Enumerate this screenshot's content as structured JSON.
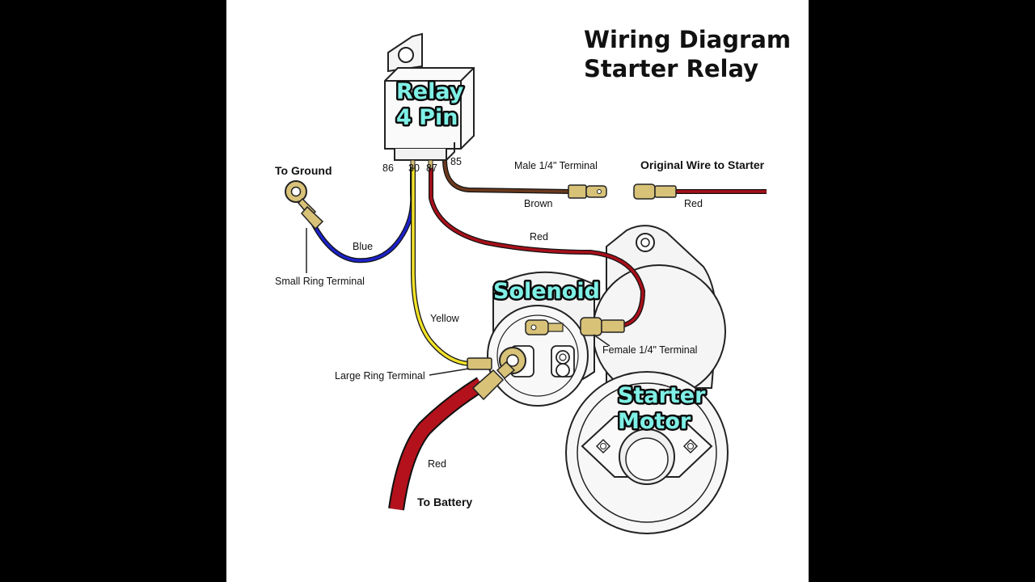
{
  "title": {
    "line1": "Wiring Diagram",
    "line2": "Starter Relay"
  },
  "relay": {
    "label_line1": "Relay",
    "label_line2": "4 Pin",
    "pins": [
      "86",
      "30",
      "87",
      "85"
    ]
  },
  "components": {
    "solenoid": "Solenoid",
    "starter_line1": "Starter",
    "starter_line2": "Motor"
  },
  "labels": {
    "to_ground": "To Ground",
    "small_ring_terminal": "Small Ring Terminal",
    "blue": "Blue",
    "yellow": "Yellow",
    "large_ring_terminal": "Large Ring Terminal",
    "red_relay": "Red",
    "female_terminal": "Female 1/4\" Terminal",
    "male_terminal": "Male 1/4\" Terminal",
    "brown": "Brown",
    "original_wire": "Original Wire to Starter",
    "red_original": "Red",
    "red_battery": "Red",
    "to_battery": "To Battery"
  },
  "colors": {
    "blue_wire": "#1c22c8",
    "yellow_wire": "#f2e22a",
    "red_wire": "#a8101a",
    "brown_wire": "#6b3a1e",
    "terminal_brass": "#d8c278",
    "label_fill": "#7ff0e6"
  }
}
